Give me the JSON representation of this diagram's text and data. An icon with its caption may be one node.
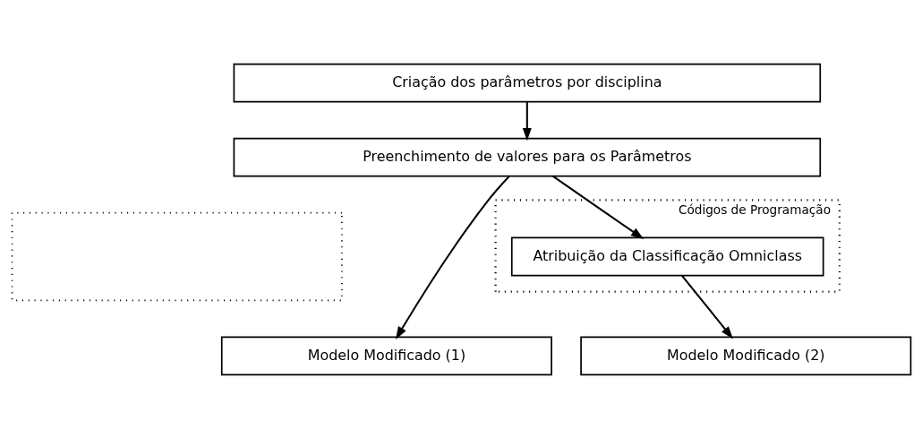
{
  "diagram": {
    "nodes": [
      {
        "text": [],
        "shape": "box"
      },
      {
        "text": [
          "Códigos de Programação"
        ]
      },
      {
        "text": [
          "Criação dos parâmetros por disciplina"
        ]
      },
      {
        "text": [
          "Preenchimento de valores para os Parâmetros"
        ]
      },
      {
        "text": [
          "Atribuição da Classificação Omniclass"
        ],
        "in": 1
      },
      {
        "text": [
          "Modelo Modificado (1)"
        ]
      },
      {
        "text": [
          "Modelo Modificado (2)"
        ]
      }
    ],
    "edges": [
      {
        "from": 2,
        "to": 3,
        "arrow": "to"
      },
      {
        "from": 3,
        "to": 5,
        "arrow": "to"
      },
      {
        "from": 3,
        "to": 4,
        "arrow": "to"
      },
      {
        "from": 4,
        "to": 6,
        "arrow": "to"
      }
    ]
  }
}
